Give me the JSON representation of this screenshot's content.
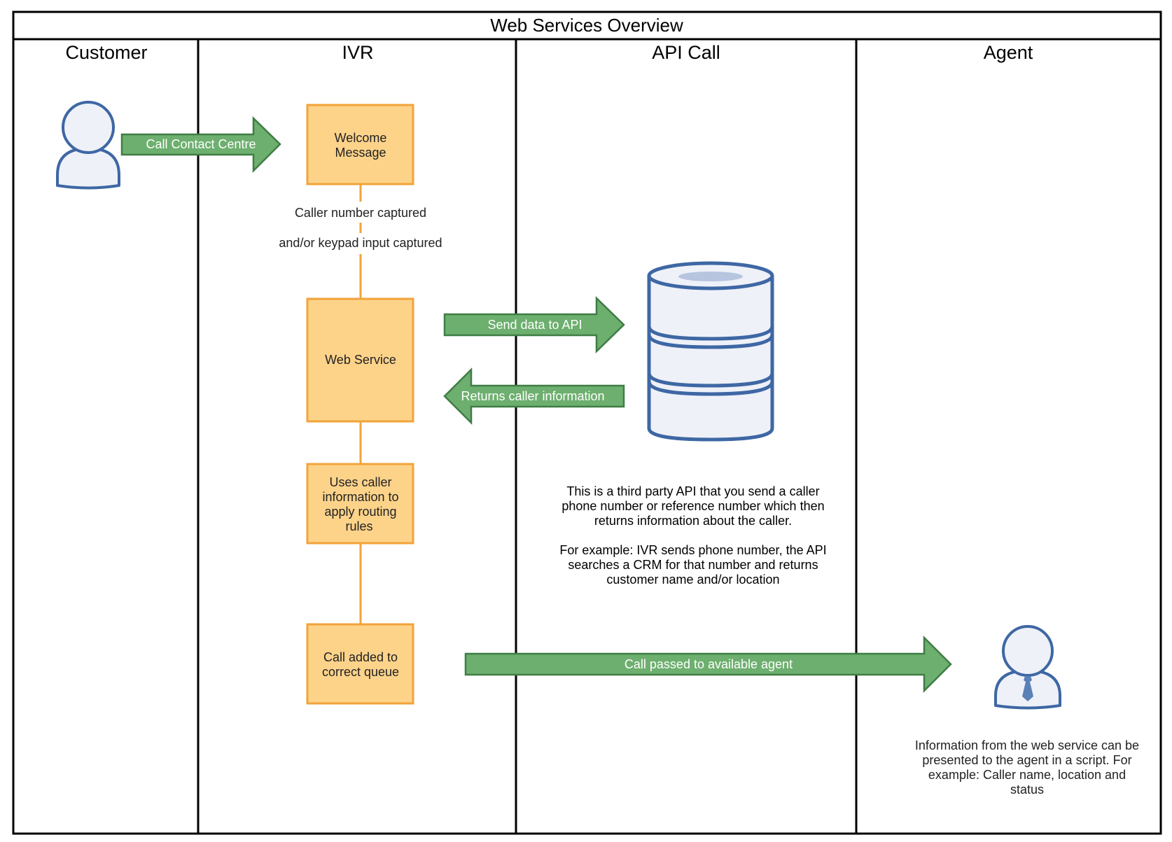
{
  "title": "Web Services Overview",
  "lanes": [
    {
      "id": "customer",
      "label": "Customer"
    },
    {
      "id": "ivr",
      "label": "IVR"
    },
    {
      "id": "api",
      "label": "API Call"
    },
    {
      "id": "agent",
      "label": "Agent"
    }
  ],
  "boxes": {
    "welcome": [
      "Welcome",
      "Message"
    ],
    "web_service": [
      "Web Service"
    ],
    "routing": [
      "Uses caller",
      "information to",
      "apply routing",
      "rules"
    ],
    "queue": [
      "Call added to",
      "correct queue"
    ]
  },
  "connector_labels": {
    "caller_number": "Caller number captured",
    "keypad": "and/or keypad input captured"
  },
  "arrows": {
    "call_contact": "Call Contact Centre",
    "send_data": "Send data to API",
    "returns_info": "Returns caller information",
    "passed_agent": "Call passed to available agent"
  },
  "notes": {
    "api_desc": [
      "This is a third party API that you send a caller",
      "phone number or reference number which then",
      "returns information about the caller.",
      "",
      "For example: IVR sends phone number, the API",
      "searches a CRM for that number and returns",
      "customer name and/or location"
    ],
    "agent_desc": [
      "Information from the web service can be",
      "presented to the agent in a script. For",
      "example: Caller name, location and",
      "status"
    ]
  },
  "icons": {
    "customer": "user-icon",
    "agent": "agent-user-with-tie-icon",
    "api": "database-icon"
  },
  "colors": {
    "box_fill": "#FDD38A",
    "box_stroke": "#F2A33A",
    "arrow_fill": "#6DAF6E",
    "arrow_stroke": "#3F7D44",
    "icon_stroke": "#3E67A4",
    "icon_fill": "#EEF1F8",
    "line": "#000000"
  }
}
